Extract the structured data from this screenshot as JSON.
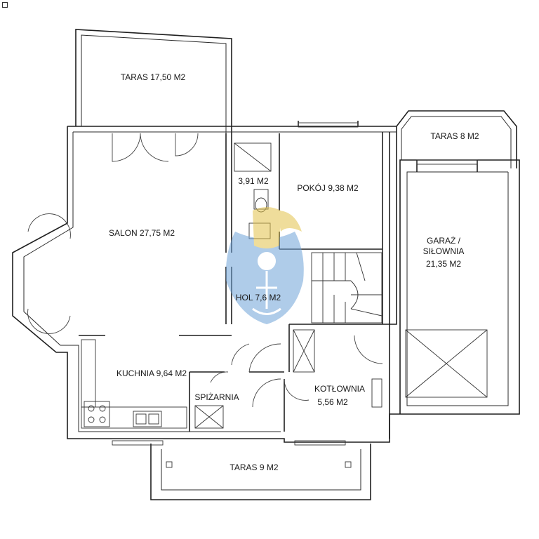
{
  "rooms": {
    "taras_top": "TARAS 17,50 M2",
    "taras_right": "TARAS 8 M2",
    "lazienka": "3,91 M2",
    "pokoj": "POKÓJ 9,38 M2",
    "salon": "SALON 27,75 M2",
    "garaz_line1": "GARAŻ /",
    "garaz_line2": "SIŁOWNIA",
    "garaz_line3": "21,35 M2",
    "hol": "HOL 7,6 M2",
    "kuchnia": "KUCHNIA 9,64 M2",
    "spizarnia": "SPIŻARNIA",
    "kotlownia_line1": "KOTŁOWNIA",
    "kotlownia_line2": "5,56 M2",
    "taras_bottom": "TARAS 9 M2"
  },
  "colors": {
    "walls": "#1f1f1f",
    "watermark_blue": "#6fa3d8",
    "watermark_gold": "#e3c34a"
  },
  "watermark": "heraldic-crest-watermark"
}
